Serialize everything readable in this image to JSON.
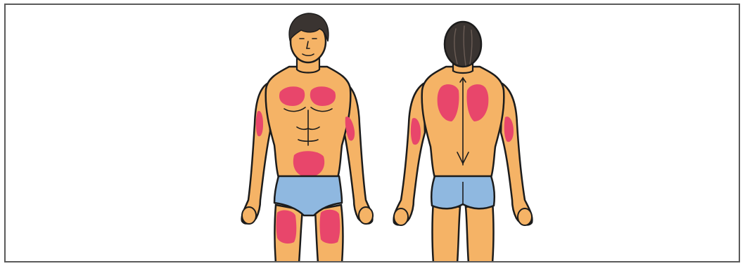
{
  "figure": {
    "views": [
      {
        "id": "front",
        "name": "front-view"
      },
      {
        "id": "back",
        "name": "back-view"
      }
    ],
    "colors": {
      "skin": "#f5b366",
      "skin_shade": "#e79b4c",
      "highlight": "#e8466b",
      "briefs": "#8fb8e0",
      "hair": "#3a3431",
      "outline": "#1c1c1c",
      "frame": "#5a5a5a"
    },
    "front_regions": [
      "left-chest",
      "right-chest",
      "abdomen",
      "left-upper-arm",
      "right-upper-arm",
      "left-thigh",
      "right-thigh"
    ],
    "back_regions": [
      "left-shoulder-blade",
      "right-shoulder-blade",
      "left-upper-arm",
      "right-upper-arm"
    ]
  }
}
